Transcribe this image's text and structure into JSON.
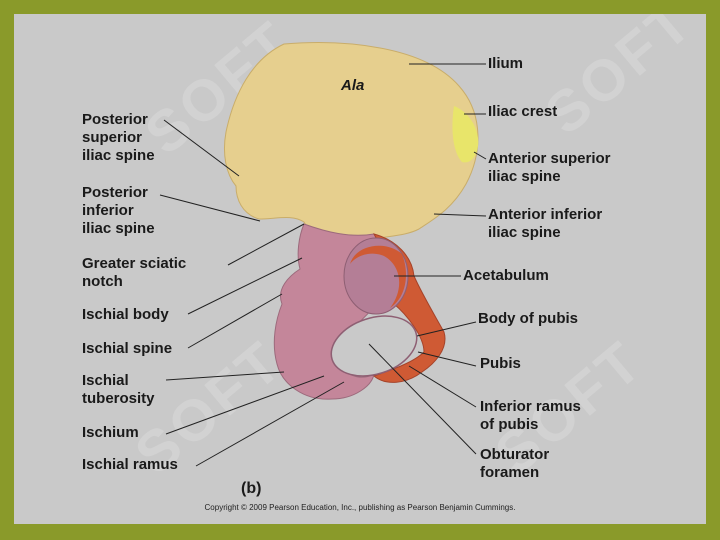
{
  "colors": {
    "frame": "#8a9a2a",
    "background": "#c9c9c9",
    "ilium": "#e6cf8e",
    "ischium": "#c4869a",
    "pubis": "#cf5a34",
    "crest_highlight": "#e8e56a",
    "leader_line": "#222222"
  },
  "watermark": "SOFT",
  "labels": {
    "ala": "Ala",
    "ilium": "Ilium",
    "iliac_crest": "Iliac crest",
    "posterior_superior_iliac_spine": "Posterior\nsuperior\niliac spine",
    "anterior_superior_iliac_spine": "Anterior superior\niliac spine",
    "posterior_inferior_iliac_spine": "Posterior\ninferior\niliac spine",
    "anterior_inferior_iliac_spine": "Anterior inferior\niliac spine",
    "greater_sciatic_notch": "Greater sciatic\nnotch",
    "acetabulum": "Acetabulum",
    "ischial_body": "Ischial body",
    "body_of_pubis": "Body of pubis",
    "ischial_spine": "Ischial spine",
    "pubis": "Pubis",
    "ischial_tuberosity": "Ischial\ntuberosity",
    "inferior_ramus_of_pubis": "Inferior ramus\nof pubis",
    "ischium": "Ischium",
    "ischial_ramus": "Ischial ramus",
    "obturator_foramen": "Obturator\nforamen"
  },
  "panel_letter": "(b)",
  "copyright": "Copyright © 2009 Pearson Education, Inc., publishing as Pearson Benjamin Cummings."
}
